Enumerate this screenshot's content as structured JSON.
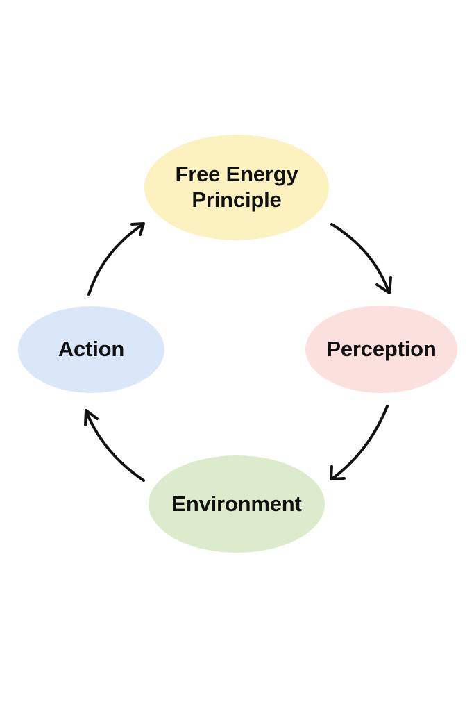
{
  "diagram": {
    "nodes": [
      {
        "id": "free-energy-principle",
        "label": "Free Energy\nPrinciple",
        "color": "#fbf2c0"
      },
      {
        "id": "perception",
        "label": "Perception",
        "color": "#fbe0dd"
      },
      {
        "id": "environment",
        "label": "Environment",
        "color": "#dbebcb"
      },
      {
        "id": "action",
        "label": "Action",
        "color": "#dae7f8"
      }
    ],
    "edges": [
      {
        "from": "free-energy-principle",
        "to": "perception"
      },
      {
        "from": "perception",
        "to": "environment"
      },
      {
        "from": "environment",
        "to": "action"
      },
      {
        "from": "action",
        "to": "free-energy-principle"
      }
    ],
    "arrow_color": "#111111"
  }
}
